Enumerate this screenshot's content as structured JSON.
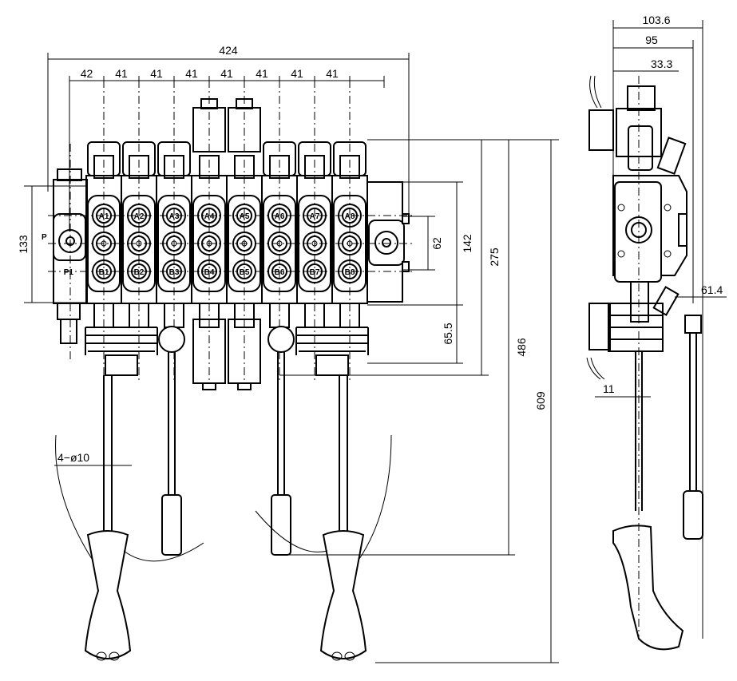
{
  "front_view": {
    "dimensions": {
      "overall_width": "424",
      "first_pitch": "42",
      "pitches": [
        "41",
        "41",
        "41",
        "41",
        "41",
        "41",
        "41"
      ],
      "body_height": "133",
      "port_spacing": "62",
      "body_height_2": "142",
      "height_to_lever": "275",
      "height_to_short_handle": "486",
      "height_overall": "609",
      "lower_offset": "65.5",
      "mounting_holes": "4−ø10"
    },
    "port_labels": {
      "inlet": "P",
      "inlet_2": "P1"
    },
    "sections": [
      {
        "a": "A1",
        "b": "B1",
        "type": "joystick"
      },
      {
        "a": "A2",
        "b": "B2",
        "type": "joystick"
      },
      {
        "a": "A3",
        "b": "B3",
        "type": "lever"
      },
      {
        "a": "A4",
        "b": "B4",
        "type": "solenoid"
      },
      {
        "a": "A5",
        "b": "B5",
        "type": "solenoid"
      },
      {
        "a": "A6",
        "b": "B6",
        "type": "lever"
      },
      {
        "a": "A7",
        "b": "B7",
        "type": "joystick"
      },
      {
        "a": "A8",
        "b": "B8",
        "type": "joystick"
      }
    ]
  },
  "side_view": {
    "dimensions": {
      "overall_depth": "103.6",
      "body_depth": "95",
      "spool_offset": "33.3",
      "lever_offset": "61.4",
      "lever_diameter": "11"
    }
  }
}
